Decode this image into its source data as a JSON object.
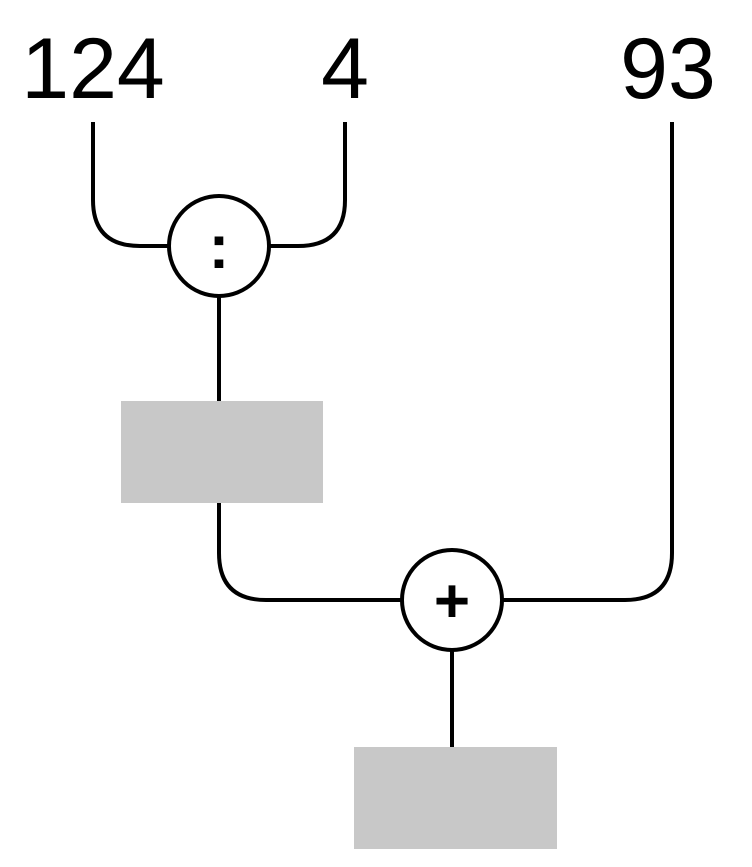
{
  "inputs": {
    "first": "124",
    "second": "4",
    "third": "93"
  },
  "operations": {
    "divide": {
      "symbol": ":"
    },
    "add": {
      "symbol": "+"
    }
  },
  "answer_boxes": {
    "divide_result": "",
    "add_result": ""
  },
  "colors": {
    "line": "#000000",
    "answer_box_fill": "#c8c8c8",
    "background": "#ffffff"
  }
}
